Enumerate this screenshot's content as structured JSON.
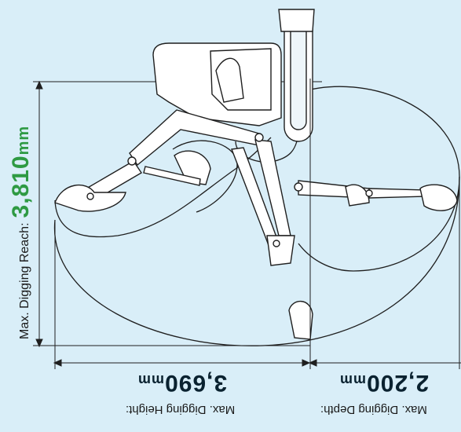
{
  "colors": {
    "background": "#d9eef8",
    "line": "#1f1f1f",
    "reach_value": "#2e9a43",
    "value_dark": "#0a2230",
    "machine_fill": "#ffffff"
  },
  "labels": {
    "reach": {
      "caption": "Max. Digging Reach:",
      "value": "3,810",
      "unit": "mm"
    },
    "height": {
      "caption": "Max. Digging Height:",
      "value": "3,690",
      "unit": "mm"
    },
    "depth": {
      "caption": "Max. Digging Depth:",
      "value": "2,200",
      "unit": "mm"
    }
  }
}
